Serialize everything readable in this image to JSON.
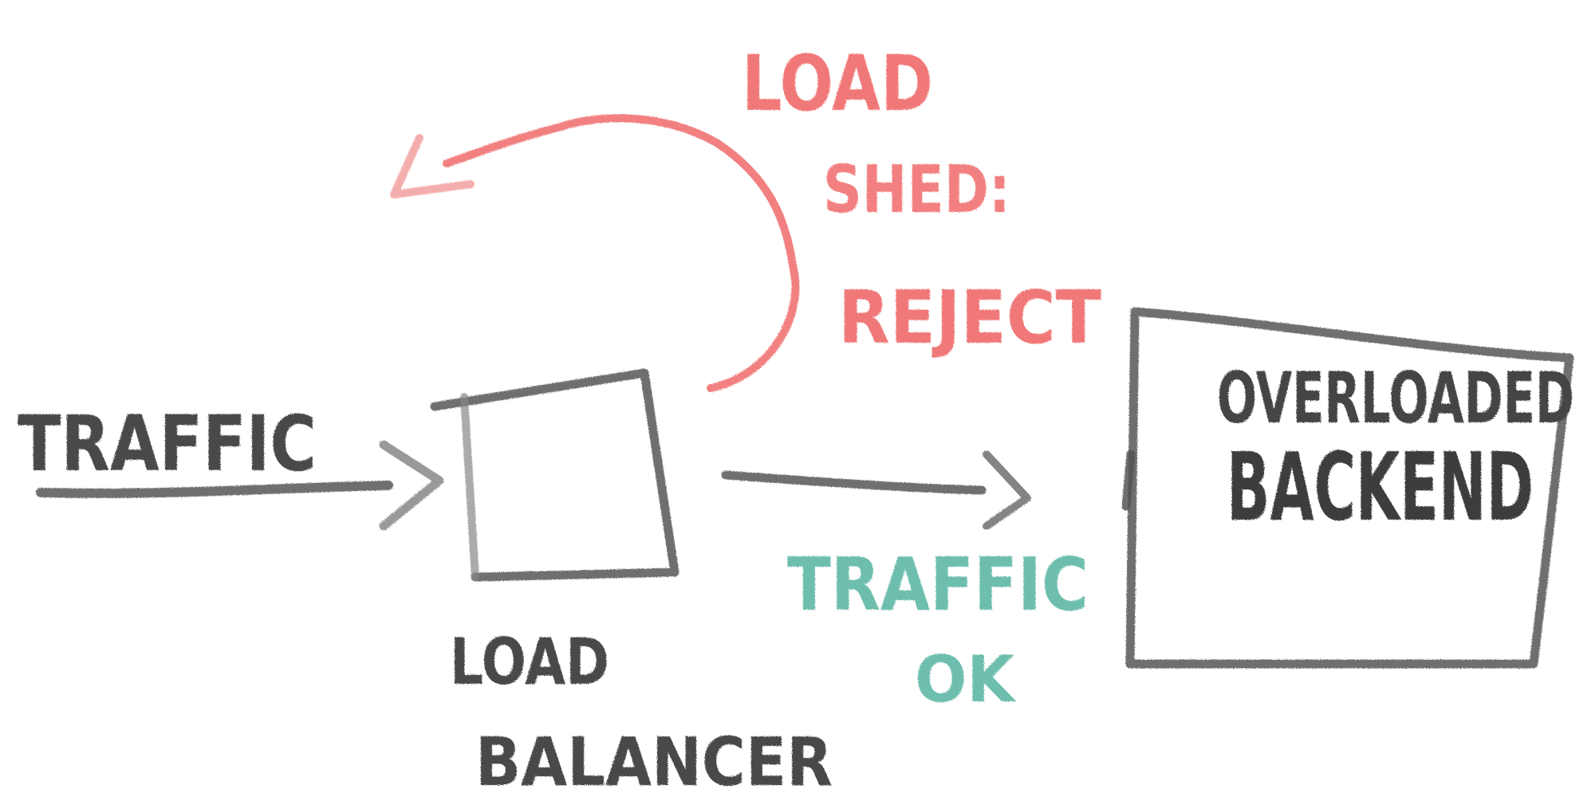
{
  "labels": {
    "incoming_traffic": "TRAFFIC",
    "load_balancer_line1": "LOAD",
    "load_balancer_line2": "BALANCER",
    "load_shed_line1": "LOAD",
    "load_shed_line2": "SHED:",
    "load_shed_line3": "REJECT",
    "traffic_ok_line1": "TRAFFIC",
    "traffic_ok_line2": "OK",
    "backend_line1": "OVERLOADED",
    "backend_line2": "BACKEND"
  },
  "colors": {
    "ink": "#4a4a4a",
    "shed": "#f06a6a",
    "ok": "#5fb8a6"
  }
}
